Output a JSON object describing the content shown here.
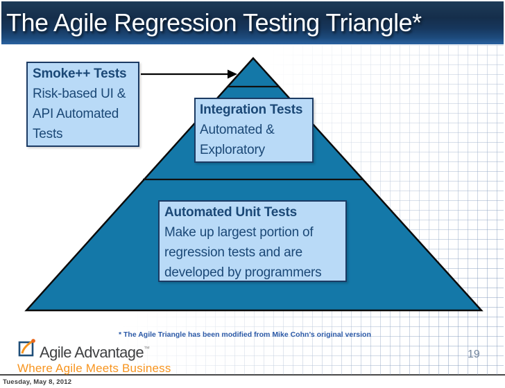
{
  "slide": {
    "title": "The Agile Regression Testing Triangle*",
    "footnote": "* The Agile Triangle has been modified from Mike Cohn’s original version",
    "page_number": "19"
  },
  "boxes": {
    "smoke": {
      "heading": "Smoke++ Tests",
      "lines": [
        "Risk-based UI &",
        "API Automated",
        "Tests"
      ]
    },
    "integration": {
      "heading": "Integration Tests",
      "lines": [
        "Automated &",
        "Exploratory"
      ]
    },
    "unit": {
      "heading": "Automated Unit Tests",
      "lines": [
        "Make up largest portion of",
        "regression tests and are",
        "developed by programmers"
      ]
    }
  },
  "diagram": {
    "type": "pyramid",
    "tier_count": 3,
    "tiers_top_to_bottom": [
      "Smoke++ Tests",
      "Integration Tests",
      "Automated Unit Tests"
    ]
  },
  "logo": {
    "brand": "Agile Advantage",
    "trademark": "™",
    "tagline": "Where Agile Meets Business"
  },
  "status": {
    "date": "Tuesday, May 8, 2012"
  },
  "colors": {
    "triangle_fill": "#1478A8",
    "box_fill": "#B9DAF7",
    "box_border": "#1B3A63",
    "box_text": "#1B4876",
    "title_bar_top": "#1E3B58",
    "title_bar_bottom": "#2A62A0",
    "footnote_blue": "#2A58A6",
    "accent_orange": "#F7941E",
    "page_number_gray": "#74869D"
  }
}
